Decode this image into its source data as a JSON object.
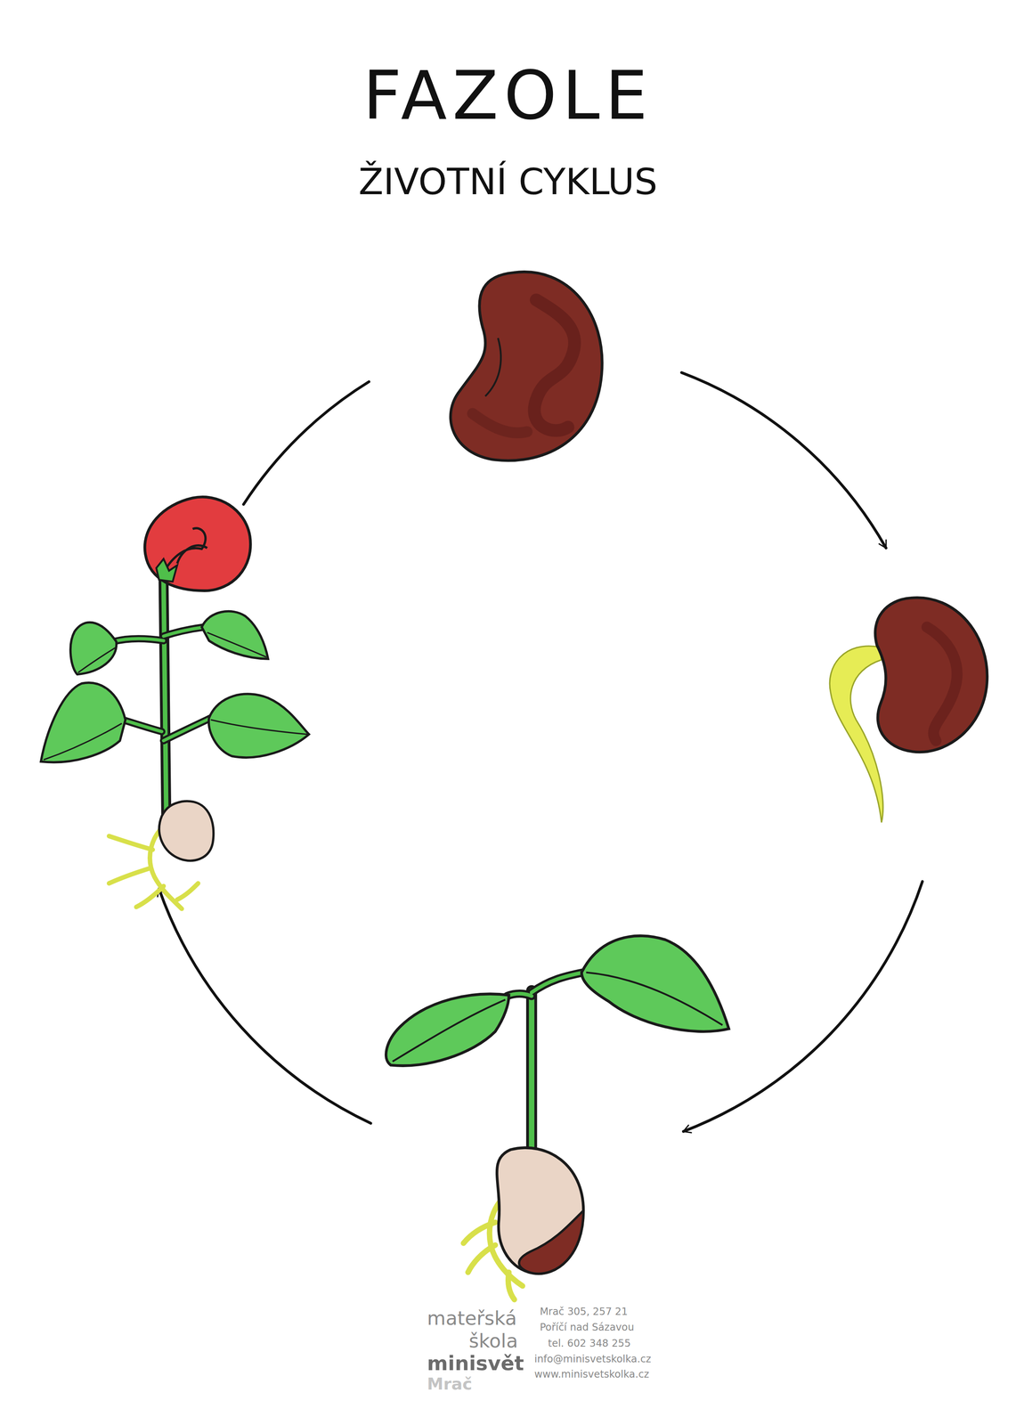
{
  "diagram": {
    "title": "FAZOLE",
    "labels": [
      "ŽIVOTNÍ CYKLUS",
      "mateřská",
      "škola",
      "minisvět",
      "Mrač",
      "Mrač 305, 257 21",
      "Poříčí nad Sázavou",
      "tel. 602 348 255",
      "info@minisvetskolka.cz",
      "www.minisvetskolka.cz"
    ]
  }
}
